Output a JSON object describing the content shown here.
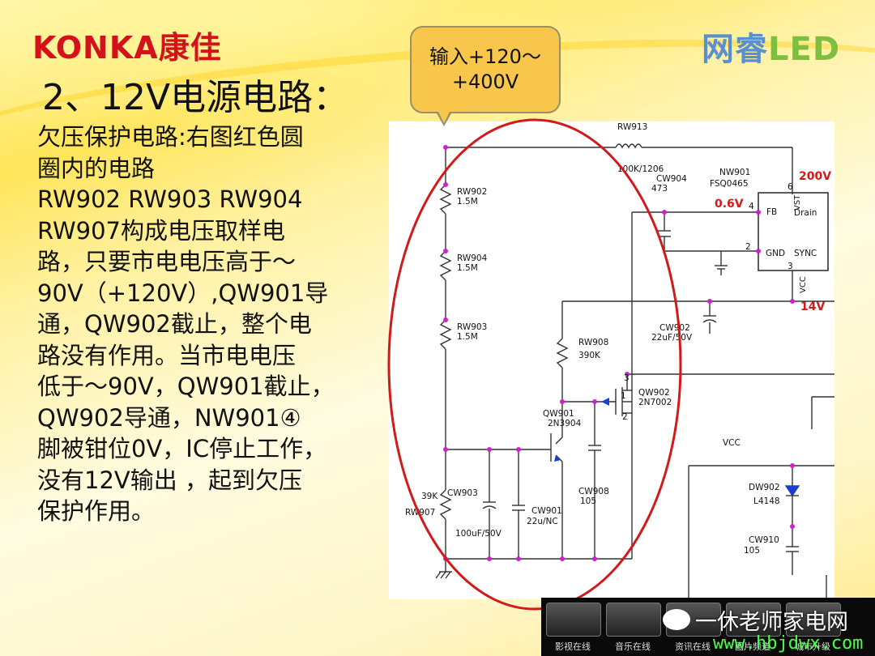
{
  "header": {
    "logo": "KONKA康佳",
    "brand_right_a": "网睿",
    "brand_right_b": "LED"
  },
  "slide": {
    "title": "2、12V电源电路：",
    "body_lines": [
      "欠压保护电路:右图红色圆",
      "圈内的电路",
      "RW902 RW903 RW904",
      " RW907构成电压取样电",
      "路，只要市电电压高于～",
      "90V（+120V）,QW901导",
      "通，QW902截止，整个电",
      "路没有作用。当市电电压",
      "低于～90V，QW901截止，",
      "QW902导通，NW901④",
      "脚被钳位0V，IC停止工作，",
      "没有12V输出 ，起到欠压",
      "保护作用。"
    ]
  },
  "callout": {
    "line1": "输入+120～",
    "line2": "+400V"
  },
  "schematic": {
    "labels": {
      "rw913": "RW913",
      "rw913_val": "100K/1206",
      "cw904": "CW904",
      "cw904_val": "473",
      "nw901": "NW901",
      "nw901_part": "FSQ0465",
      "v200": "200V",
      "v06": "0.6V",
      "fb": "FB",
      "vst": "VST",
      "drain": "Drain",
      "gnd": "GND",
      "sync": "SYNC",
      "vcc_pin": "VCC",
      "pin4": "4",
      "pin2": "2",
      "pin6": "6",
      "pin3": "3",
      "rw902": "RW902",
      "rw902_val": "1.5M",
      "rw904": "RW904",
      "rw904_val": "1.5M",
      "rw903": "RW903",
      "rw903_val": "1.5M",
      "cw902": "CW902",
      "cw902_val": "22uF/50V",
      "v14": "14V",
      "rw908": "RW908",
      "rw908_val": "390K",
      "qw902": "QW902",
      "qw902_part": "2N7002",
      "qw901": "QW901",
      "qw901_part": "2N3904",
      "vcc": "VCC",
      "rw907_val": "39K",
      "rw907": "RW907",
      "cw903": "CW903",
      "cw903_val": "100uF/50V",
      "cw901": "CW901",
      "cw901_val": "22u/NC",
      "cw908": "CW908",
      "cw908_val": "105",
      "dw902": "DW902",
      "dw902_part": "L4148",
      "cw910": "CW910",
      "cw910_val": "105",
      "n1": "1",
      "n2": "2",
      "n3": "3"
    }
  },
  "footer": {
    "tiles": [
      "影视在线",
      "音乐在线",
      "资讯在线",
      "图片频道",
      "城市升级"
    ],
    "watermark": "一休老师家电网",
    "url": "www.hbjdwx.com"
  },
  "colors": {
    "logo_red": "#d4121b",
    "circle_red": "#d11a1a",
    "callout_fill": "#f7c64b",
    "node_magenta": "#d020d0"
  }
}
